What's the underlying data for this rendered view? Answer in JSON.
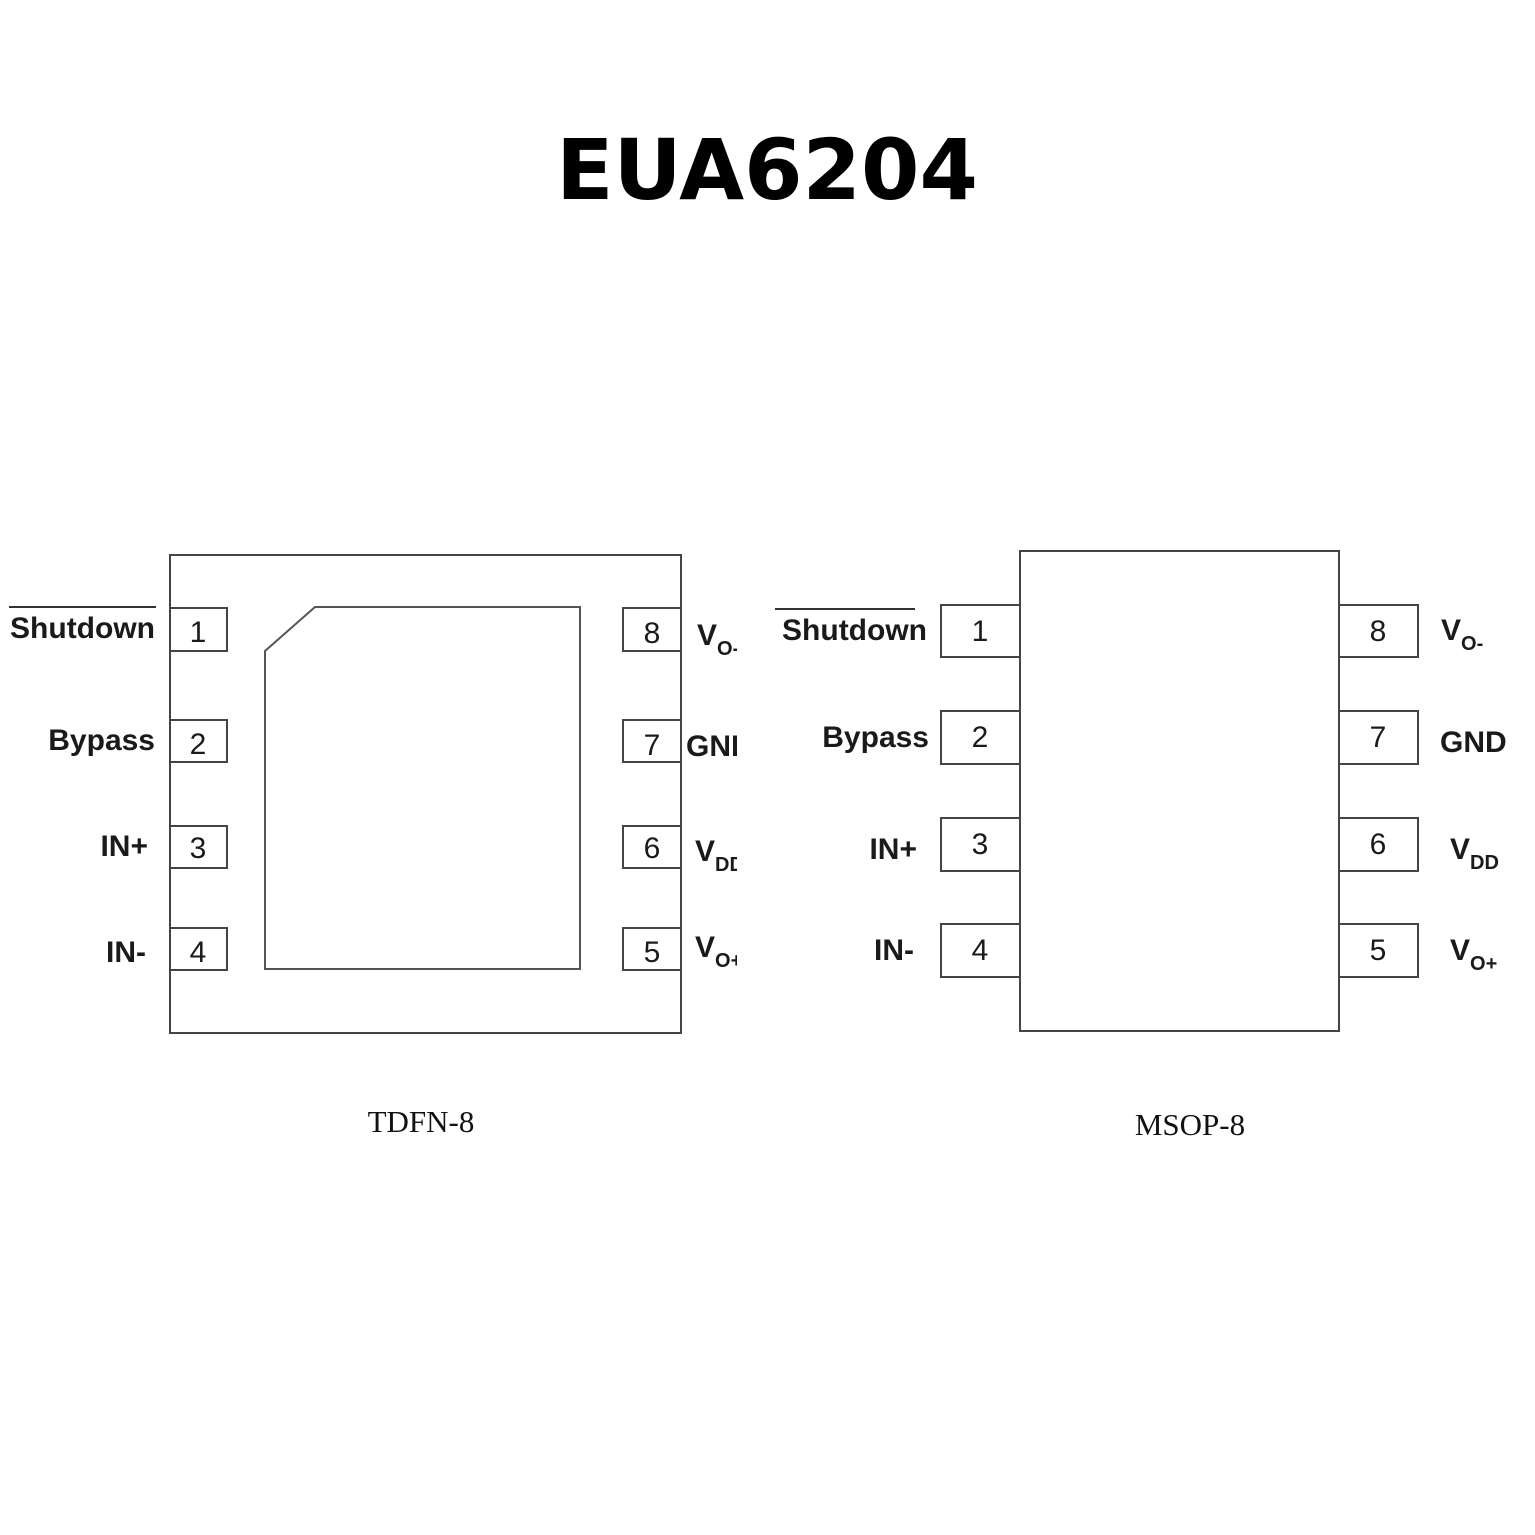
{
  "title": "EUA6204",
  "packages": [
    {
      "name": "TDFN-8",
      "left_pins": [
        {
          "num": "1",
          "label": "Shutdown",
          "overline": true
        },
        {
          "num": "2",
          "label": "Bypass"
        },
        {
          "num": "3",
          "label": "IN+"
        },
        {
          "num": "4",
          "label": "IN-"
        }
      ],
      "right_pins": [
        {
          "num": "8",
          "label": "V",
          "sub": "O-"
        },
        {
          "num": "7",
          "label": "GND",
          "sub": ""
        },
        {
          "num": "6",
          "label": "V",
          "sub": "DD"
        },
        {
          "num": "5",
          "label": "V",
          "sub": "O+"
        }
      ]
    },
    {
      "name": "MSOP-8",
      "left_pins": [
        {
          "num": "1",
          "label": "Shutdown",
          "overline": true
        },
        {
          "num": "2",
          "label": "Bypass"
        },
        {
          "num": "3",
          "label": "IN+"
        },
        {
          "num": "4",
          "label": "IN-"
        }
      ],
      "right_pins": [
        {
          "num": "8",
          "label": "V",
          "sub": "O-"
        },
        {
          "num": "7",
          "label": "GND",
          "sub": ""
        },
        {
          "num": "6",
          "label": "V",
          "sub": "DD"
        },
        {
          "num": "5",
          "label": "V",
          "sub": "O+"
        }
      ]
    }
  ]
}
